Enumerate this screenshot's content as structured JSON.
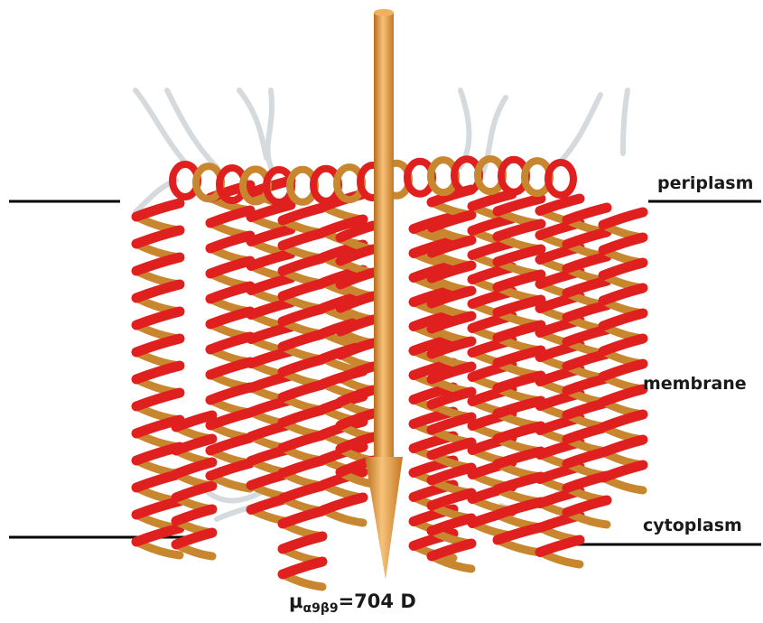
{
  "labels": {
    "periplasm": "periplasm",
    "membrane": "membrane",
    "cytoplasm": "cytoplasm"
  },
  "dipole": {
    "symbol": "μ",
    "subscript": "α9β9",
    "value": "=704 D"
  },
  "colors": {
    "helix_red": "#e0201f",
    "helix_tan": "#c8862f",
    "loop": "#d4dadd",
    "arrow": "#e0983a",
    "line": "#000000"
  },
  "icons": {
    "structure": "transmembrane-helix-bundle",
    "arrow": "dipole-moment-arrow"
  }
}
